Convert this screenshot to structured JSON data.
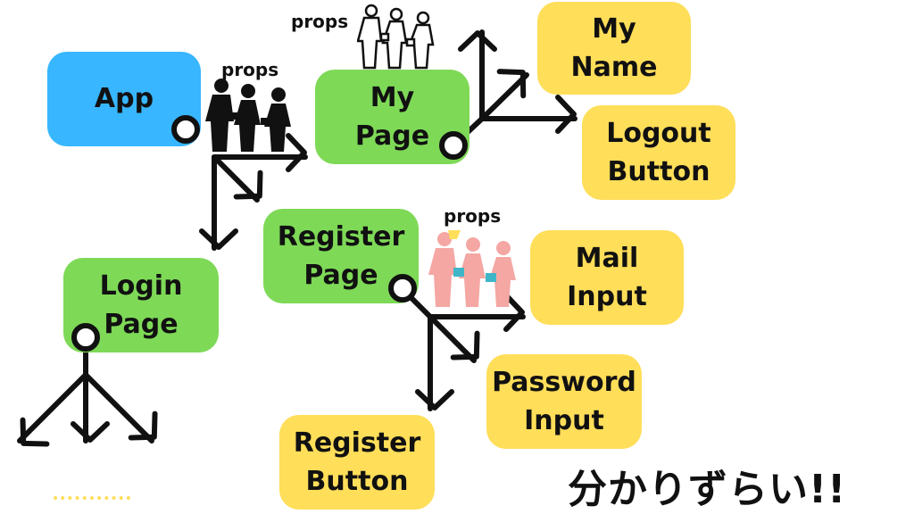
{
  "nodes": {
    "app": "App",
    "my_page": "My\nPage",
    "login_page": "Login\nPage",
    "register_page": "Register\nPage",
    "my_name": "My\nName",
    "logout_button": "Logout\nButton",
    "mail_input": "Mail\nInput",
    "password_input": "Password\nInput",
    "register_button": "Register\nButton"
  },
  "labels": {
    "props_1": "props",
    "props_2": "props",
    "props_3": "props"
  },
  "caption": "分かりずらい!!",
  "colors": {
    "app": "#38b6ff",
    "page": "#7ed957",
    "component": "#ffde59",
    "props_people_1": "#111111",
    "props_people_2": "#ffffff",
    "props_people_3": "#f4a7a3",
    "props_accent_3": "#3fb6c8"
  },
  "icons": [
    "people-passing-props-icon",
    "arrow-icon",
    "branch-node-icon"
  ]
}
